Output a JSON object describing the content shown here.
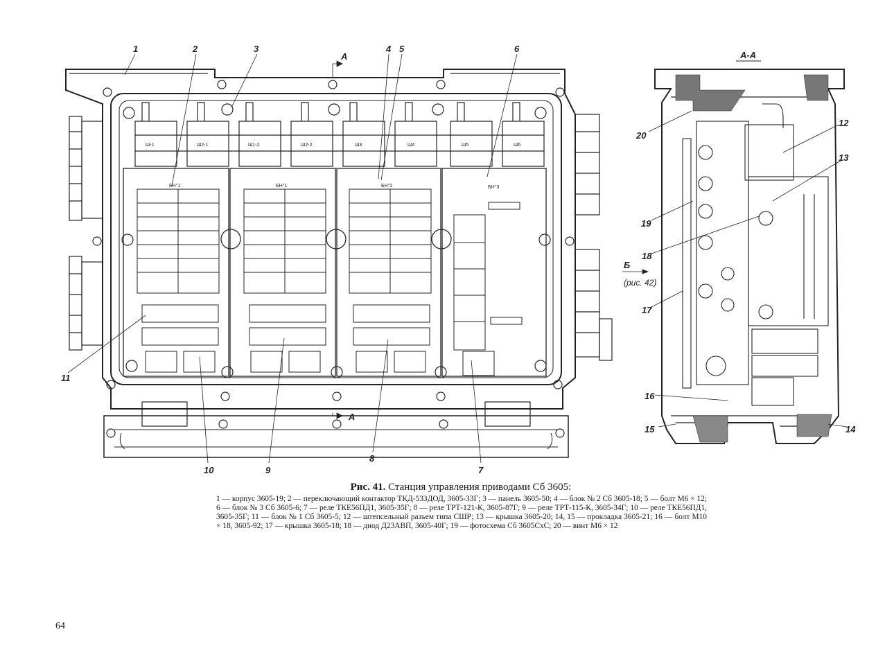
{
  "figure": {
    "number": "Рис. 41.",
    "title": "Станция управления приводами Сб 3605:",
    "legend": "1 — корпус 3605-19; 2 — переключающий контактор ТКД-533ДОД, 3605-33Г; 3 — панель 3605-50; 4 — блок № 2 Сб 3605-18; 5 — болт М6 × 12; 6 — блок № 3 Сб 3605-6; 7 — реле ТКЕ56ПД1, 3605-35Г; 8 — реле ТРТ-121-К, 3605-87Г; 9 — реле ТРТ-115-К, 3605-34Г; 10 — реле ТКЕ56ПД1, 3605-35Г; 11 — блок № 1 Сб 3605-5; 12 — штепсельный разъем типа СШР; 13 — крышка 3605-20; 14, 15 — прокладка 3605-21; 16 — болт М10 × 18, 3605-92; 17 — крышка 3605-18; 18 — диод Д23АВП, 3605-40Г; 19 — фотосхема Сб 3605СхС; 20 — винт М6 × 12"
  },
  "page_number": "64",
  "main_view": {
    "callouts_top": [
      "1",
      "2",
      "3",
      "4",
      "5",
      "6"
    ],
    "callouts_bottom": [
      "10",
      "9",
      "8",
      "7"
    ],
    "callout_left": "11",
    "section_mark": "А",
    "connectors": [
      "Ш-1",
      "Ш2-1",
      "Ш1-2",
      "Ш2-2",
      "Ш3",
      "Ш4",
      "Ш5",
      "Ш6"
    ],
    "blocks": [
      "БН°1",
      "БН°1",
      "БН°2",
      "БН°3"
    ]
  },
  "section_view": {
    "title": "А-А",
    "callouts": [
      "20",
      "12",
      "13",
      "19",
      "18",
      "17",
      "16",
      "15",
      "14"
    ],
    "arrow_label": "Б",
    "arrow_ref": "(рис. 42)"
  }
}
